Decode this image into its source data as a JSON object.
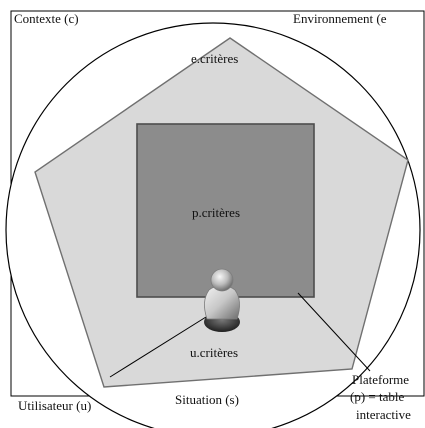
{
  "labels": {
    "context": "Contexte (c)",
    "environment": "Environnement (e",
    "e_criteria": "e.critères",
    "p_criteria": "p.critères",
    "u_criteria": "u.critères",
    "situation": "Situation (s)",
    "user": "Utilisateur (u)",
    "platform_line1": "Plateforme",
    "platform_line2": "(p) = table",
    "platform_line3": "interactive"
  },
  "colors": {
    "frame": "#000000",
    "pentagon_fill": "#d9d9d9",
    "square_fill": "#8c8c8c",
    "stroke": "#666666",
    "leader_line": "#000000"
  },
  "icons": {
    "user_figure": "person-icon"
  }
}
